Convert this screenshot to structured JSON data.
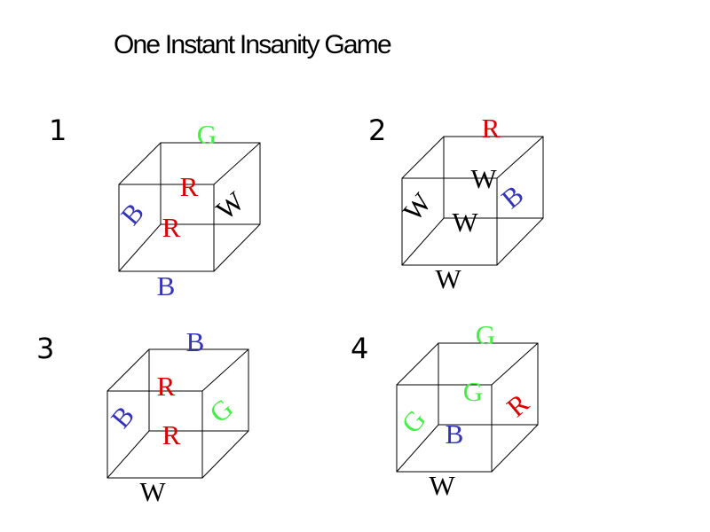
{
  "title": "One Instant Insanity Game",
  "colors": {
    "R": "#dd0000",
    "G": "#44ee44",
    "B": "#3333bb",
    "W": "#000000"
  },
  "cubes": [
    {
      "number": "1",
      "faces": {
        "top": "G",
        "back": "R",
        "right": "W",
        "left": "B",
        "front": "R",
        "bottom": "B"
      }
    },
    {
      "number": "2",
      "faces": {
        "top": "R",
        "back": "W",
        "right": "B",
        "left": "W",
        "front": "W",
        "bottom": "W"
      }
    },
    {
      "number": "3",
      "faces": {
        "top": "B",
        "back": "R",
        "right": "G",
        "left": "B",
        "front": "R",
        "bottom": "W"
      }
    },
    {
      "number": "4",
      "faces": {
        "top": "G",
        "back": "G",
        "right": "R",
        "left": "G",
        "front": "B",
        "bottom": "W"
      }
    }
  ]
}
